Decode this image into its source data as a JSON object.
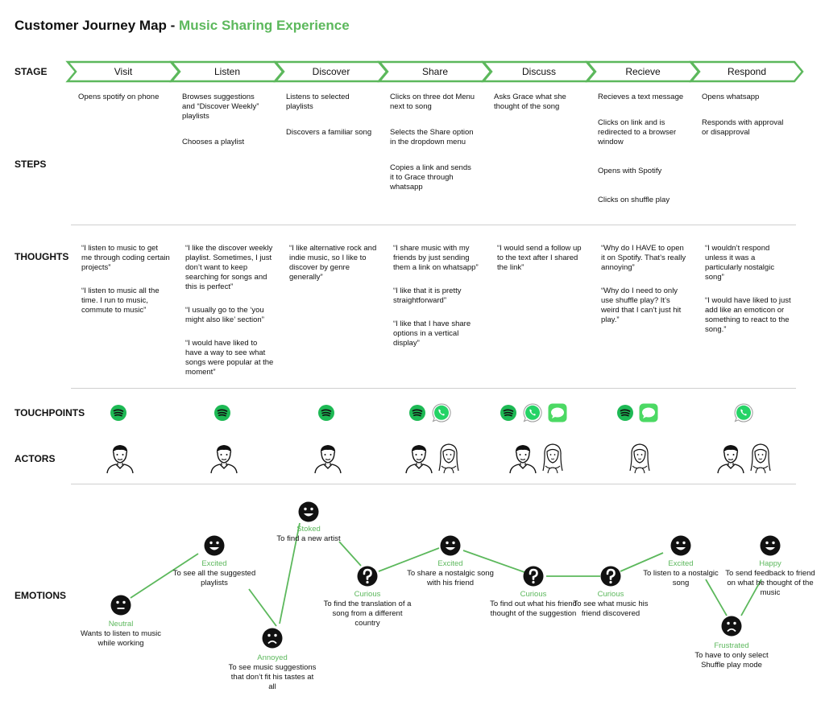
{
  "title": {
    "main": "Customer Journey Map - ",
    "accent": "Music Sharing Experience"
  },
  "row_labels": {
    "stage": "STAGE",
    "steps": "STEPS",
    "thoughts": "THOUGHTS",
    "touchpoints": "TOUCHPOINTS",
    "actors": "ACTORS",
    "emotions": "EMOTIONS"
  },
  "stages": [
    {
      "name": "Visit",
      "steps": [
        "Opens spotify on phone"
      ],
      "thoughts": [
        "“I  listen to music to get me through coding certain projects”",
        "“I  listen to music all the time. I run to music, commute to music”"
      ],
      "touchpoints": [
        "spotify"
      ],
      "actors": [
        "male"
      ]
    },
    {
      "name": "Listen",
      "steps": [
        "Browses suggestions and “Discover Weekly” playlists",
        "Chooses a playlist"
      ],
      "thoughts": [
        "“I like the discover weekly playlist. Sometimes, I just don’t want to keep searching for songs and this is perfect”",
        "“I usually go to the ‘you might also like’ section”",
        "“I would have liked to have a way to see what songs were popular at the moment”"
      ],
      "touchpoints": [
        "spotify"
      ],
      "actors": [
        "male"
      ]
    },
    {
      "name": "Discover",
      "steps": [
        "Listens to selected playlists",
        "Discovers a familiar song"
      ],
      "thoughts": [
        "“I like alternative rock and indie music, so I like to discover by genre generally”"
      ],
      "touchpoints": [
        "spotify"
      ],
      "actors": [
        "male"
      ]
    },
    {
      "name": "Share",
      "steps": [
        "Clicks on three dot Menu next to song",
        "Selects the Share option in the dropdown menu",
        "Copies a link and sends it to Grace through whatsapp"
      ],
      "thoughts": [
        "“I share music with my friends by just sending them a link on whatsapp”",
        "“I like that it is pretty straightforward”",
        "“I like that I have share options in a vertical display”"
      ],
      "touchpoints": [
        "spotify",
        "whatsapp"
      ],
      "actors": [
        "male",
        "female"
      ]
    },
    {
      "name": "Discuss",
      "steps": [
        "Asks Grace what she thought of the song"
      ],
      "thoughts": [
        "“I would send a follow up to the text after I shared the link”"
      ],
      "touchpoints": [
        "spotify",
        "whatsapp",
        "messages"
      ],
      "actors": [
        "male",
        "female"
      ]
    },
    {
      "name": "Recieve",
      "steps": [
        "Recieves a text message",
        "Clicks on link and is redirected to a browser window",
        "Opens with Spotify",
        "Clicks on shuffle play"
      ],
      "thoughts": [
        "“Why do I HAVE to open it on Spotify. That’s really annoying”",
        "“Why do I need to only use shuffle play? It’s weird that I can’t just hit play.”"
      ],
      "touchpoints": [
        "spotify",
        "messages"
      ],
      "actors": [
        "female"
      ]
    },
    {
      "name": "Respond",
      "steps": [
        "Opens whatsapp",
        "Responds with approval or disapproval"
      ],
      "thoughts": [
        "“I wouldn’t respond unless it was a particularly nostalgic song”",
        "“I would have liked to just add like an emoticon or something to react to the song.”"
      ],
      "touchpoints": [
        "whatsapp"
      ],
      "actors": [
        "male",
        "female"
      ]
    }
  ],
  "emotions": [
    {
      "mood": "Neutral",
      "face": "neutral",
      "text": "Wants to listen to music while working"
    },
    {
      "mood": "Excited",
      "face": "happy",
      "text": "To see all the suggested playlists"
    },
    {
      "mood": "Annoyed",
      "face": "sad",
      "text": "To see music suggestions that don’t fit his tastes at all"
    },
    {
      "mood": "Stoked",
      "face": "happy",
      "text": "To find a new artist"
    },
    {
      "mood": "Curious",
      "face": "question",
      "text": "To find the translation of a song from a different country"
    },
    {
      "mood": "Excited",
      "face": "happy",
      "text": "To share a nostalgic song with his friend"
    },
    {
      "mood": "Curious",
      "face": "question",
      "text": "To find out what his friend thought of the suggestion"
    },
    {
      "mood": "Curious",
      "face": "question",
      "text": "To see what music his friend discovered"
    },
    {
      "mood": "Excited",
      "face": "happy",
      "text": "To listen to a nostalgic song"
    },
    {
      "mood": "Frustrated",
      "face": "sad",
      "text": "To have to only select Shuffle play mode"
    },
    {
      "mood": "Happy",
      "face": "happy",
      "text": "To send feedback to friend on what he thought of the music"
    }
  ],
  "colors": {
    "accent": "#5cb85c",
    "spotify": "#1db954",
    "whatsapp": "#25d366",
    "messages": "#4cd964"
  }
}
